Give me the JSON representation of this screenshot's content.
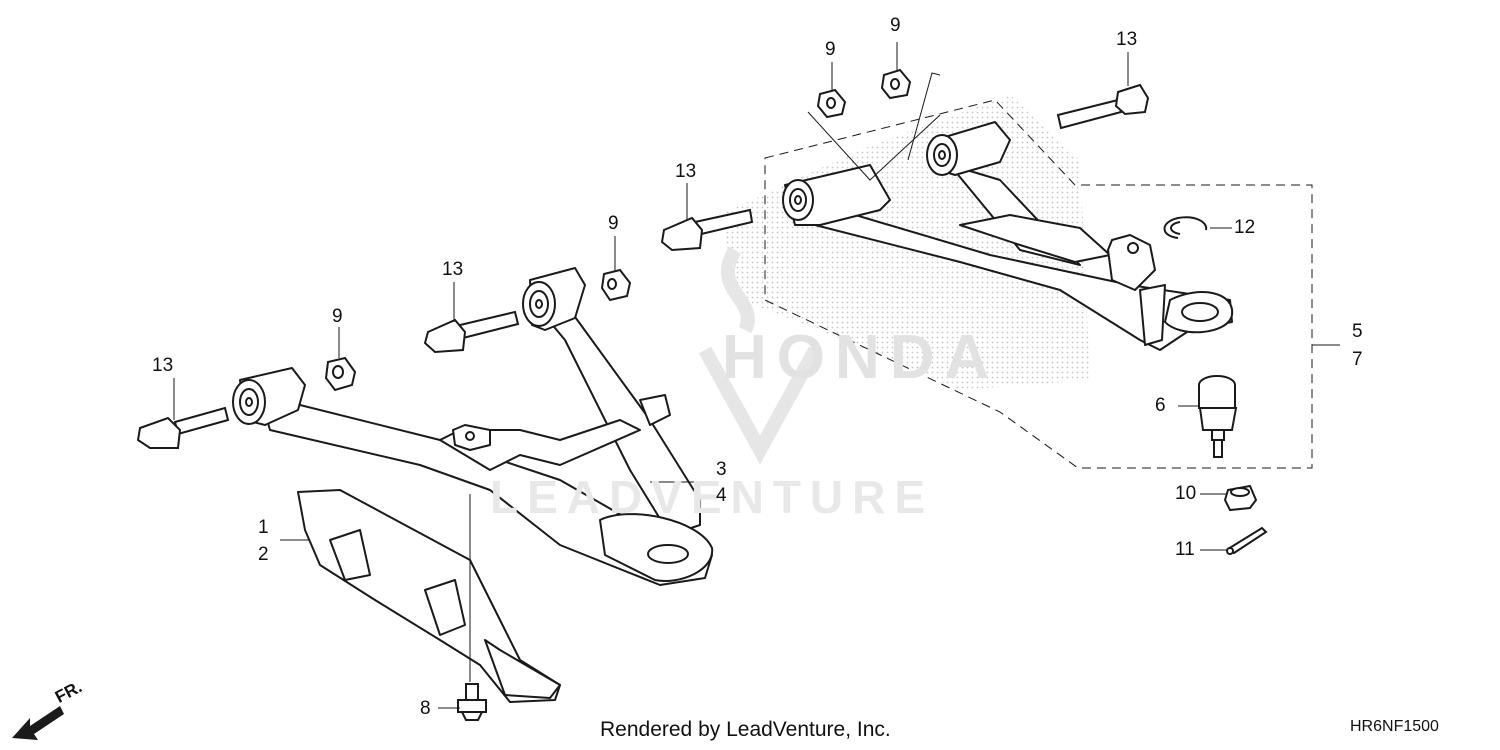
{
  "watermark": {
    "brand": "HONDA",
    "company": "LEADVENTURE"
  },
  "callouts": {
    "c1": "1",
    "c2": "2",
    "c3": "3",
    "c4": "4",
    "c5": "5",
    "c6": "6",
    "c7": "7",
    "c8": "8",
    "c10": "10",
    "c11": "11",
    "c12": "12",
    "c9a": "9",
    "c9b": "9",
    "c9c": "9",
    "c9d": "9",
    "c13a": "13",
    "c13b": "13",
    "c13c": "13",
    "c13d": "13"
  },
  "direction_marker": {
    "label": "FR."
  },
  "footer": {
    "credit": "Rendered by LeadVenture, Inc.",
    "diagram_code": "HR6NF1500"
  },
  "colors": {
    "line": "#1a1a1a",
    "dots": "#c8c8c8",
    "watermark": "#e3e3e3"
  }
}
